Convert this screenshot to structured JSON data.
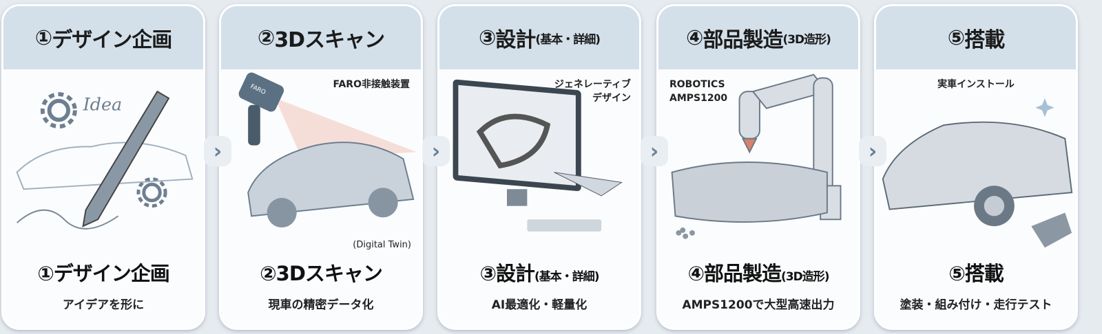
{
  "steps": [
    {
      "num": "①",
      "title": "デザイン企画",
      "title_sub": "",
      "caption": "アイデアを形に",
      "notes": [
        "Idea"
      ]
    },
    {
      "num": "②",
      "title": "3Dスキャン",
      "title_sub": "",
      "caption": "現車の精密データ化",
      "notes": [
        "FARO非接触装置",
        "(Digital Twin)",
        "FARO"
      ]
    },
    {
      "num": "③",
      "title": "設計",
      "title_sub": "(基本・詳細)",
      "caption": "AI最適化・軽量化",
      "notes": [
        "ジェネレーティブ",
        "デザイン"
      ]
    },
    {
      "num": "④",
      "title": "部品製造",
      "title_sub": "(3D造形)",
      "caption": "AMPS1200で大型高速出力",
      "notes": [
        "ROBOTICS",
        "AMPS1200"
      ]
    },
    {
      "num": "⑤",
      "title": "搭載",
      "title_sub": "",
      "caption": "塗装・組み付け・走行テスト",
      "notes": [
        "実車インストール"
      ]
    }
  ],
  "arrow_glyph": "›",
  "colors": {
    "header": "#d3e0ea",
    "panel": "#fbfcfd",
    "background": "#e6ebf0"
  }
}
